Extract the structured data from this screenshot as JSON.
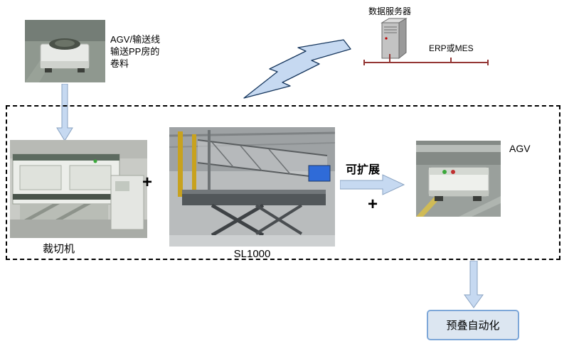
{
  "labels": {
    "agv_caption_lines": [
      "AGV/输送线",
      "输送PP房的",
      "卷料"
    ],
    "server": "数据服务器",
    "erp": "ERP或MES",
    "cutter": "裁切机",
    "plus_left": "+",
    "sl1000": "SL1000",
    "expand": "可扩展",
    "plus_right": "+",
    "agv": "AGV",
    "prestack": "预叠自动化"
  },
  "colors": {
    "arrow_fill": "#c6d9f1",
    "arrow_stroke": "#8aa3c2",
    "lightning_stroke": "#17375e",
    "bus_line": "#943634",
    "prestack_fill": "#dce6f1",
    "prestack_border": "#7da7d8",
    "dashed_border": "#000000"
  }
}
